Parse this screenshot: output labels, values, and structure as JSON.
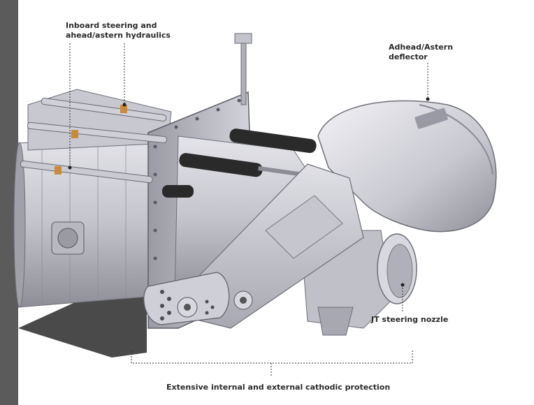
{
  "callouts": {
    "hydraulics": {
      "line1": "Inboard steering and",
      "line2": "ahead/astern hydraulics"
    },
    "deflector": {
      "line1": "Adhead/Astern",
      "line2": "deflector"
    },
    "nozzle": {
      "label": "JT steering nozzle"
    },
    "cathodic": {
      "label": "Extensive internal and external cathodic protection"
    }
  },
  "colors": {
    "side_bar": "#5b5b5b",
    "callout_text": "#2b2b2b",
    "metal_light": "#dcdce4",
    "metal_mid": "#b4b4be",
    "metal_dark": "#8c8c96",
    "rubber_boot": "#2a2a2a",
    "brass_fitting": "#c98a3c",
    "base_shadow": "#4a4a4a"
  },
  "image": {
    "subject": "waterjet-propulsion-unit-render"
  }
}
